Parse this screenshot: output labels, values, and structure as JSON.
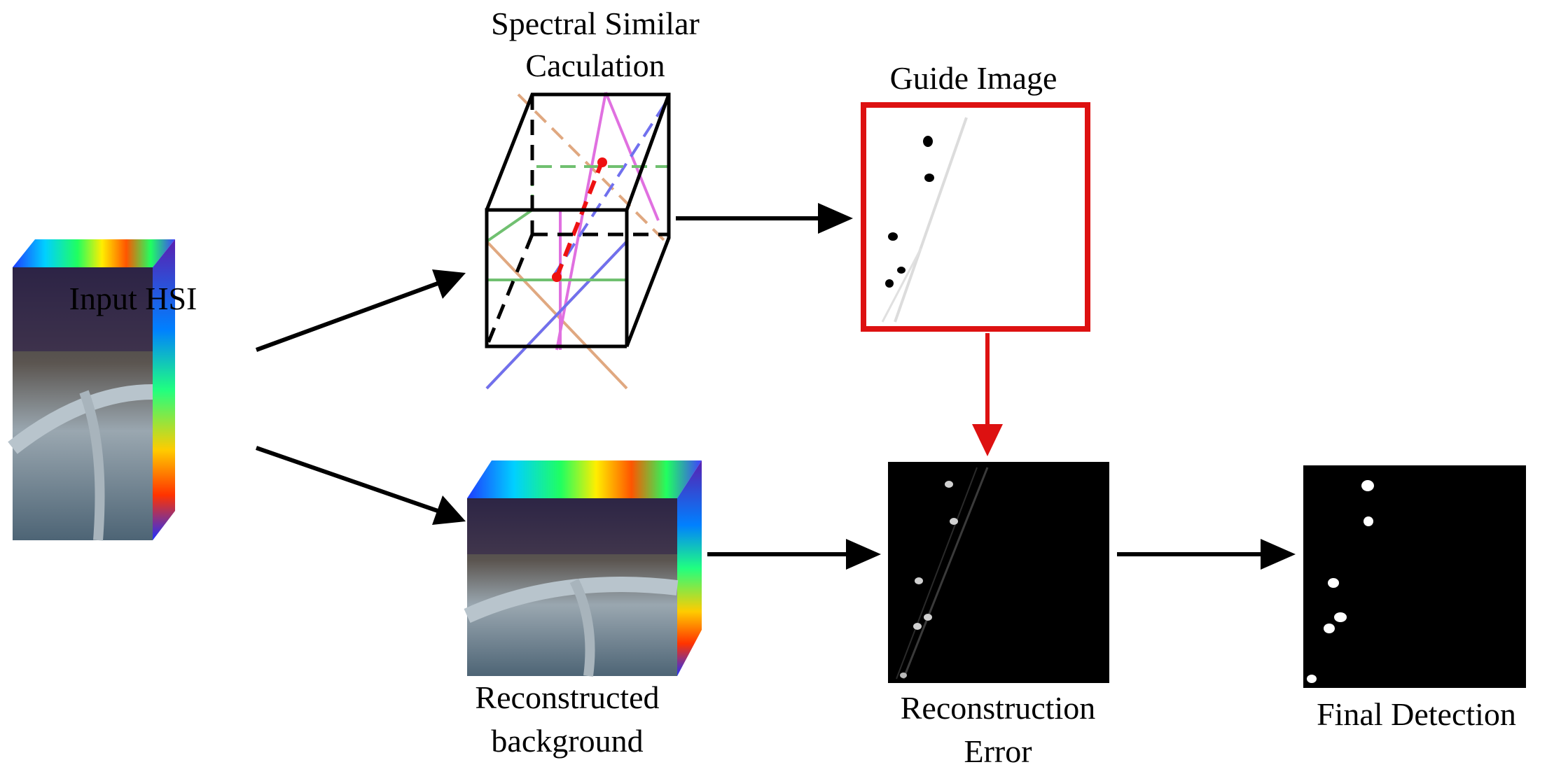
{
  "labels": {
    "input_hsi": "Input HSI",
    "spectral_line1": "Spectral Similar",
    "spectral_line2": "Caculation",
    "guide_image": "Guide Image",
    "reconstructed_line1": "Reconstructed",
    "reconstructed_line2": "background",
    "reconstruction_line1": "Reconstruction",
    "reconstruction_line2": "Error",
    "final_detection": "Final Detection"
  },
  "colors": {
    "arrow": "#000000",
    "guide_frame": "#dd1111",
    "guide_arrow": "#dd1111",
    "cube_edges": "#000000",
    "diag_orange": "#e0a880",
    "diag_pink": "#e070e0",
    "diag_blue": "#7070ee",
    "diag_green": "#70c070",
    "diag_red": "#ee1111"
  }
}
